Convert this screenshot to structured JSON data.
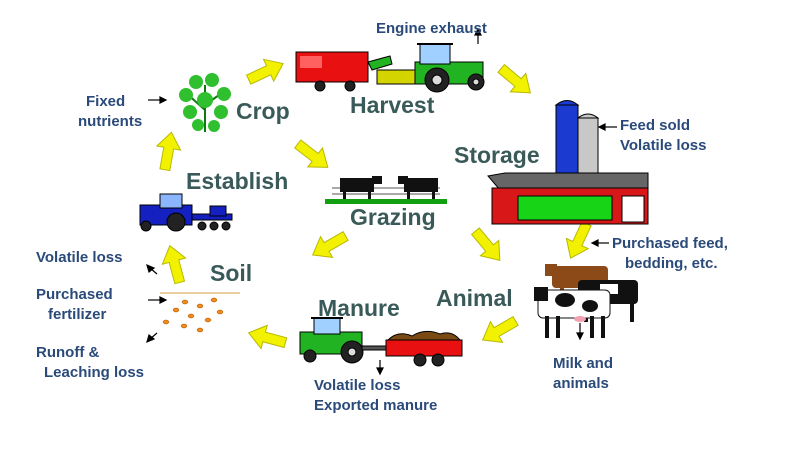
{
  "stages": {
    "crop": "Crop",
    "harvest": "Harvest",
    "storage": "Storage",
    "establish": "Establish",
    "grazing": "Grazing",
    "soil": "Soil",
    "manure": "Manure",
    "animal": "Animal"
  },
  "notes": {
    "engine_exhaust": "Engine exhaust",
    "fixed_nutrients_1": "Fixed",
    "fixed_nutrients_2": "nutrients",
    "feed_sold": "Feed sold",
    "volatile_loss_storage": "Volatile loss",
    "purchased_feed_1": "Purchased feed,",
    "purchased_feed_2": "bedding, etc.",
    "volatile_loss_soil": "Volatile loss",
    "purchased_fertilizer_1": "Purchased",
    "purchased_fertilizer_2": "fertilizer",
    "runoff_1": "Runoff &",
    "runoff_2": "Leaching loss",
    "milk_1": "Milk and",
    "milk_2": "animals",
    "volatile_loss_manure": "Volatile loss",
    "exported_manure": "Exported manure"
  },
  "colors": {
    "cycle_arrow": "#f2f200",
    "stage_text": "#3a5a5a",
    "note_text": "#2a4a7a",
    "tractor_green": "#22b322",
    "wagon_red": "#e81010",
    "barn_red": "#d81818",
    "silo_blue": "#1a3ad0",
    "grass_green": "#12a012"
  },
  "icons": [
    "crop-plant-icon",
    "harvester-icon",
    "silo-barn-icon",
    "planter-tractor-icon",
    "grazing-cattle-icon",
    "fertilizer-granules-icon",
    "manure-spreader-icon",
    "cows-icon"
  ]
}
